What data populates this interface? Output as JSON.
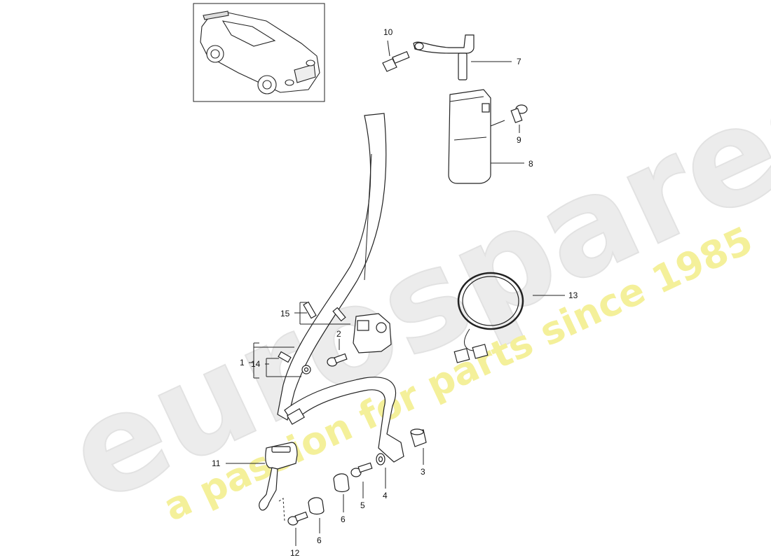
{
  "watermark": {
    "brand": "eurospares",
    "tagline": "a passion for parts since 1985"
  },
  "thumbnail": {
    "icon": "sports-car-icon"
  },
  "callouts": {
    "c1": "1",
    "c2": "2",
    "c3": "3",
    "c4": "4",
    "c5": "5",
    "c6a": "6",
    "c6b": "6",
    "c7": "7",
    "c8": "8",
    "c9": "9",
    "c10": "10",
    "c11": "11",
    "c12": "12",
    "c13": "13",
    "c14": "14",
    "c15": "15"
  }
}
